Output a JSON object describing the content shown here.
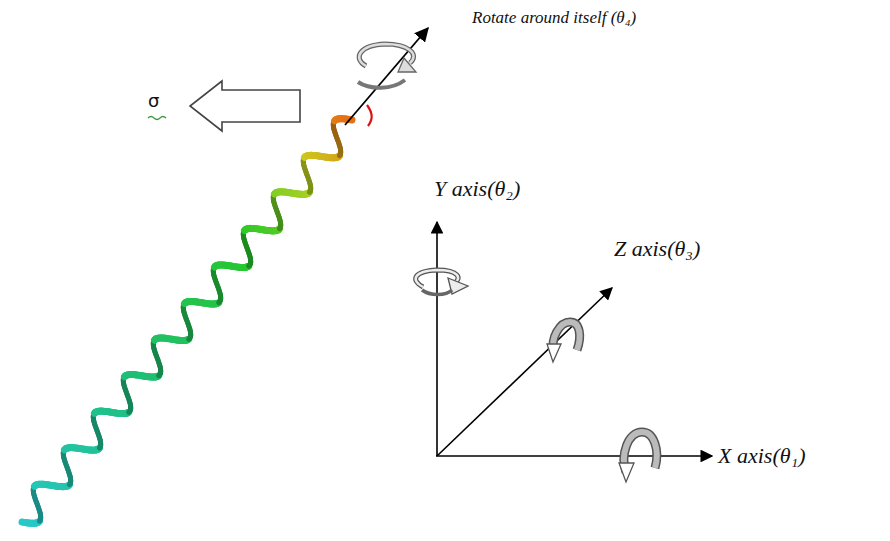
{
  "diagram": {
    "labels": [
      "Rotate around itself (θ₄)",
      "σ",
      "Y axis(θ₂)",
      "Z axis(θ₃)",
      "X axis(θ₁)"
    ]
  }
}
